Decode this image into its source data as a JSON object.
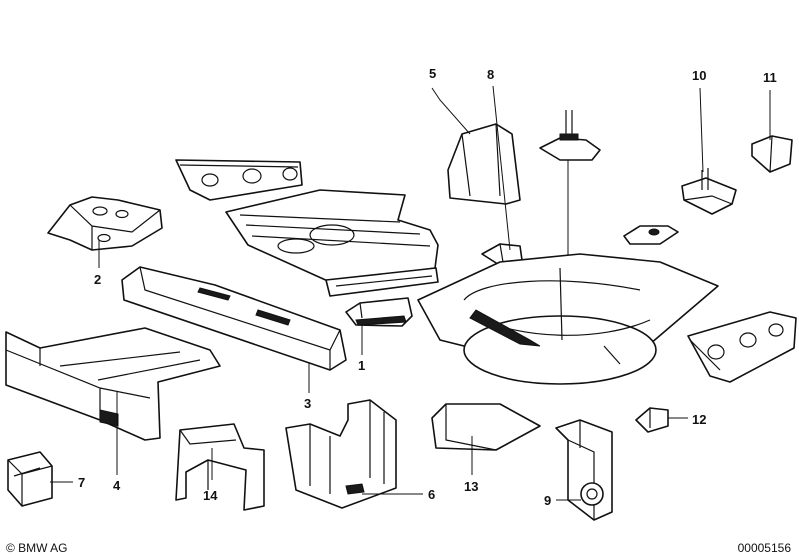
{
  "labels": {
    "l1": "1",
    "l2": "2",
    "l3": "3",
    "l4": "4",
    "l5": "5",
    "l6": "6",
    "l7": "7",
    "l8": "8",
    "l9": "9",
    "l10": "10",
    "l11": "11",
    "l12": "12",
    "l13": "13",
    "l14": "14"
  },
  "footer": {
    "copyright": "© BMW AG",
    "diagram_id": "00005156"
  }
}
